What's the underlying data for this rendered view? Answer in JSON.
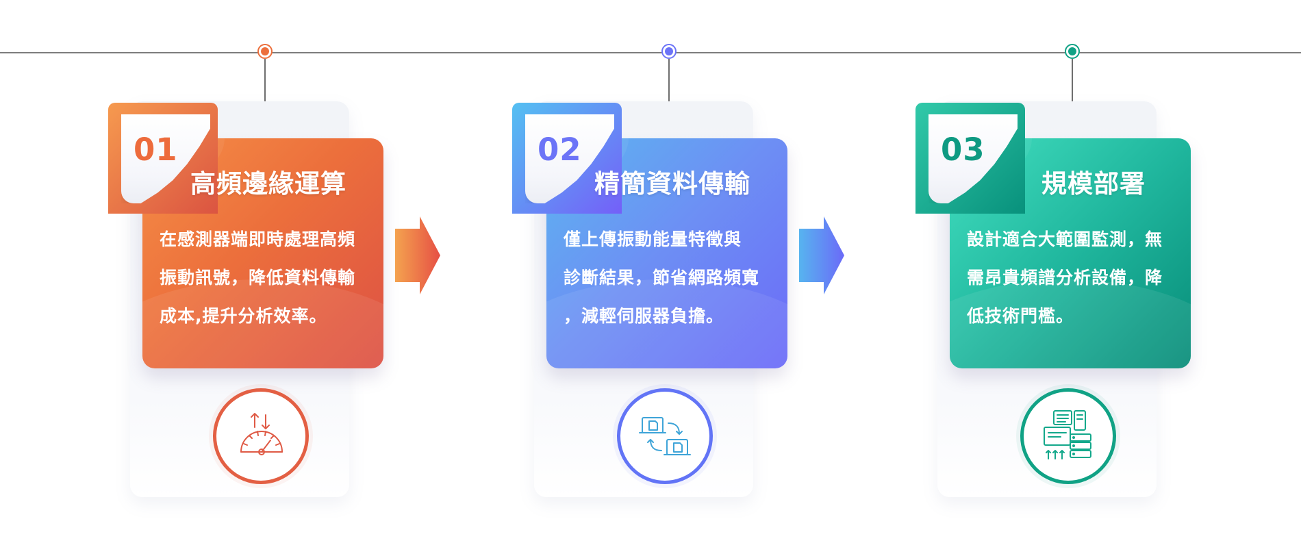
{
  "steps": [
    {
      "number": "01",
      "title": "高頻邊緣運算",
      "description_lines": [
        "在感測器端即時處理高頻",
        "振動訊號，降低資料傳輸",
        "成本,提升分析效率。"
      ],
      "icon": "speedometer-icon",
      "accent": "#ec6f3c"
    },
    {
      "number": "02",
      "title": "精簡資料傳輸",
      "description_lines": [
        "僅上傳振動能量特徵與",
        "診斷結果，節省網路頻寬",
        "，減輕伺服器負擔。"
      ],
      "icon": "data-transfer-icon",
      "accent": "#6c74f7"
    },
    {
      "number": "03",
      "title": "規模部署",
      "description_lines": [
        "設計適合大範圍監測，無",
        "需昂貴頻譜分析設備，降",
        "低技術門檻。"
      ],
      "icon": "server-deployment-icon",
      "accent": "#10a285"
    }
  ]
}
